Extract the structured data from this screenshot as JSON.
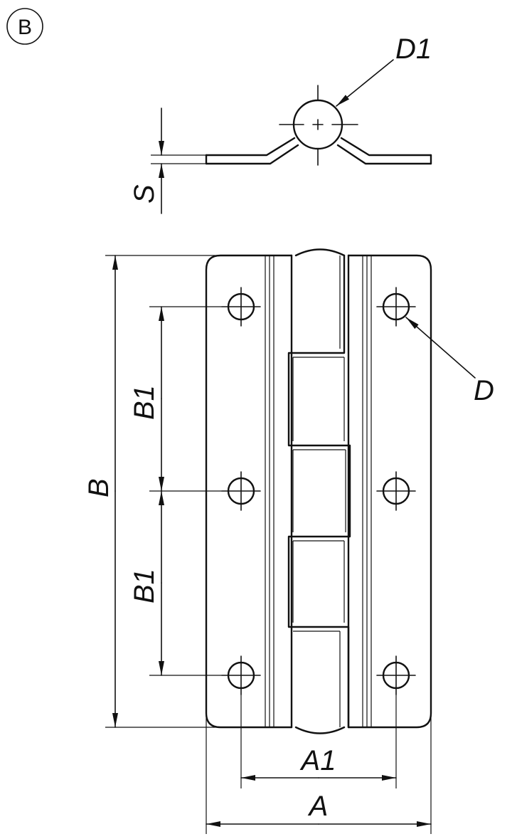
{
  "view_label": "B",
  "dimensions": {
    "d1": "D1",
    "s": "S",
    "b": "B",
    "b1_upper": "B1",
    "b1_lower": "B1",
    "d": "D",
    "a1": "A1",
    "a": "A"
  }
}
